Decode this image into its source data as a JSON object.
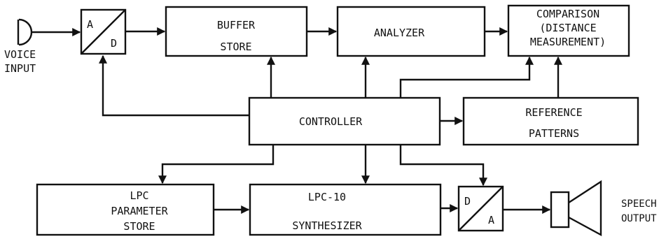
{
  "voice_input": {
    "line1": "VOICE",
    "line2": "INPUT"
  },
  "adc": {
    "top": "A",
    "bottom": "D"
  },
  "buffer": {
    "line1": "BUFFER",
    "line2": "STORE"
  },
  "analyzer": {
    "label": "ANALYZER"
  },
  "comparison": {
    "line1": "COMPARISON",
    "line2": "(DISTANCE",
    "line3": "MEASUREMENT)"
  },
  "controller": {
    "label": "CONTROLLER"
  },
  "reference": {
    "line1": "REFERENCE",
    "line2": "PATTERNS"
  },
  "lpc_store": {
    "line1": "LPC",
    "line2": "PARAMETER",
    "line3": "STORE"
  },
  "synthesizer": {
    "line1": "LPC-10",
    "line2": "SYNTHESIZER"
  },
  "dac": {
    "top": "D",
    "bottom": "A"
  },
  "speech_output": {
    "line1": "SPEECH",
    "line2": "OUTPUT"
  }
}
